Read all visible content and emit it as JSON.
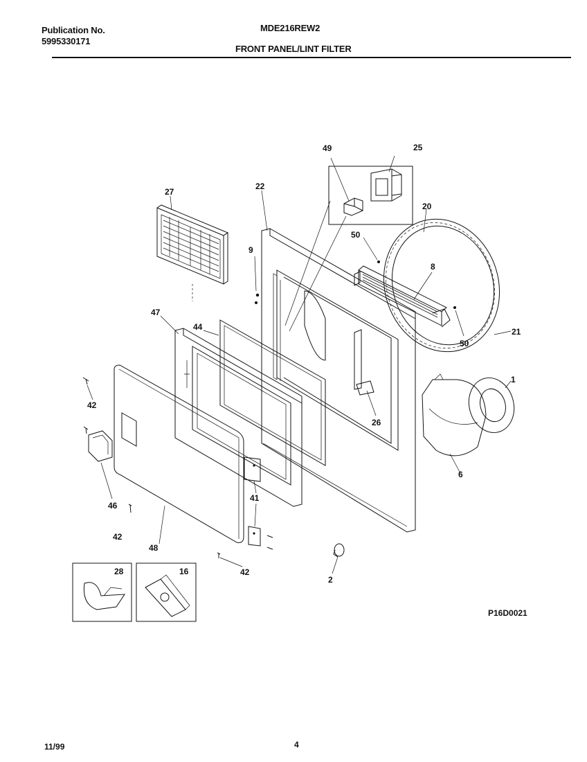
{
  "header": {
    "publication_label": "Publication No.",
    "publication_number": "5995330171",
    "model": "MDE216REW2",
    "section_title": "FRONT PANEL/LINT FILTER"
  },
  "footer": {
    "date": "11/99",
    "page_number": "4"
  },
  "diagram": {
    "drawing_code": "P16D0021",
    "callouts": [
      {
        "id": "c49",
        "label": "49"
      },
      {
        "id": "c25",
        "label": "25"
      },
      {
        "id": "c27",
        "label": "27"
      },
      {
        "id": "c22",
        "label": "22"
      },
      {
        "id": "c20",
        "label": "20"
      },
      {
        "id": "c50a",
        "label": "50"
      },
      {
        "id": "c9",
        "label": "9"
      },
      {
        "id": "c8",
        "label": "8"
      },
      {
        "id": "c47",
        "label": "47"
      },
      {
        "id": "c44",
        "label": "44"
      },
      {
        "id": "c50b",
        "label": "50"
      },
      {
        "id": "c21",
        "label": "21"
      },
      {
        "id": "c1",
        "label": "1"
      },
      {
        "id": "c42a",
        "label": "42"
      },
      {
        "id": "c26",
        "label": "26"
      },
      {
        "id": "c6",
        "label": "6"
      },
      {
        "id": "c46",
        "label": "46"
      },
      {
        "id": "c41",
        "label": "41"
      },
      {
        "id": "c42b",
        "label": "42"
      },
      {
        "id": "c48",
        "label": "48"
      },
      {
        "id": "c42c",
        "label": "42"
      },
      {
        "id": "c2",
        "label": "2"
      },
      {
        "id": "c28",
        "label": "28"
      },
      {
        "id": "c16",
        "label": "16"
      }
    ]
  }
}
